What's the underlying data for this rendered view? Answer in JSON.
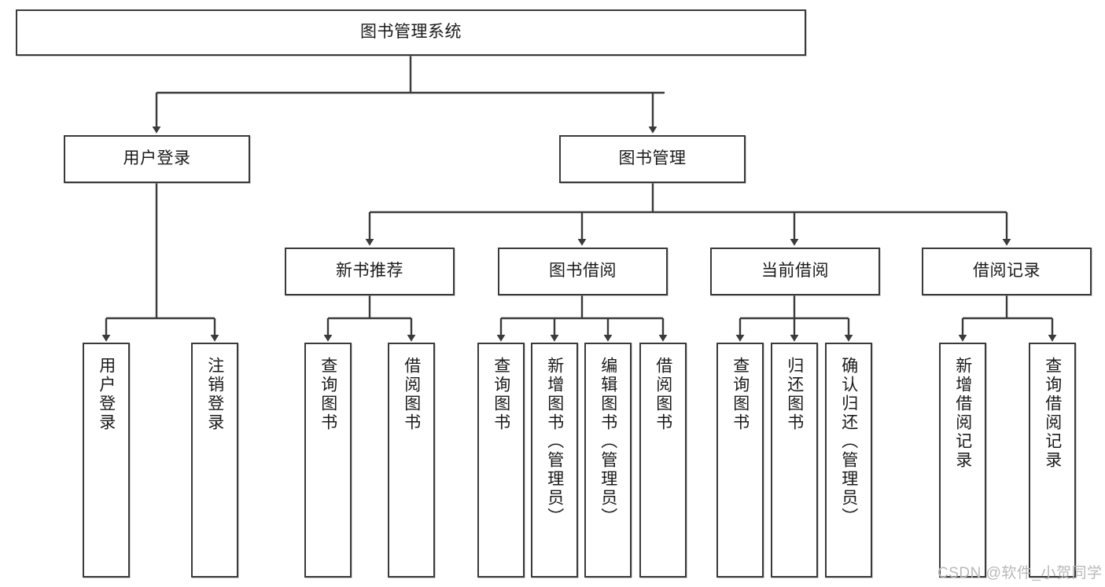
{
  "diagram": {
    "type": "tree",
    "title": "图书管理系统",
    "root": {
      "id": "root",
      "label": "图书管理系统"
    },
    "level2": [
      {
        "id": "user-login",
        "label": "用户登录"
      },
      {
        "id": "book-manage",
        "label": "图书管理"
      }
    ],
    "level3": [
      {
        "id": "new-book-recommend",
        "label": "新书推荐",
        "parent": "book-manage"
      },
      {
        "id": "book-borrow",
        "label": "图书借阅",
        "parent": "book-manage"
      },
      {
        "id": "current-borrow",
        "label": "当前借阅",
        "parent": "book-manage"
      },
      {
        "id": "borrow-record",
        "label": "借阅记录",
        "parent": "book-manage"
      }
    ],
    "leaves": [
      {
        "id": "leaf-user-login",
        "label": "用户登录",
        "parent": "user-login"
      },
      {
        "id": "leaf-user-logout",
        "label": "注销登录",
        "parent": "user-login"
      },
      {
        "id": "leaf-query-book-1",
        "label": "查询图书",
        "parent": "new-book-recommend"
      },
      {
        "id": "leaf-borrow-book-1",
        "label": "借阅图书",
        "parent": "new-book-recommend"
      },
      {
        "id": "leaf-query-book-2",
        "label": "查询图书",
        "parent": "book-borrow"
      },
      {
        "id": "leaf-add-book",
        "label": "新增图书（管理员）",
        "parent": "book-borrow"
      },
      {
        "id": "leaf-edit-book",
        "label": "编辑图书（管理员）",
        "parent": "book-borrow"
      },
      {
        "id": "leaf-borrow-book-2",
        "label": "借阅图书",
        "parent": "book-borrow"
      },
      {
        "id": "leaf-query-book-3",
        "label": "查询图书",
        "parent": "current-borrow"
      },
      {
        "id": "leaf-return-book",
        "label": "归还图书",
        "parent": "current-borrow"
      },
      {
        "id": "leaf-confirm-return",
        "label": "确认归还（管理员）",
        "parent": "current-borrow"
      },
      {
        "id": "leaf-add-record",
        "label": "新增借阅记录",
        "parent": "borrow-record"
      },
      {
        "id": "leaf-query-record",
        "label": "查询借阅记录",
        "parent": "borrow-record"
      }
    ],
    "colors": {
      "box_border": "#3a3a3a",
      "box_fill": "#ffffff",
      "line": "#3a3a3a",
      "text": "#1a1a1a",
      "watermark": "#b9b9b9",
      "background": "#ffffff"
    }
  },
  "watermark": {
    "text": "CSDN @软件_小贺同学"
  }
}
